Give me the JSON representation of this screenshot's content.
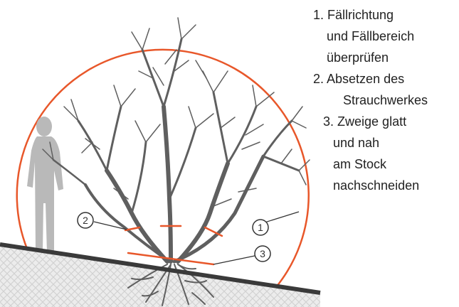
{
  "markers": [
    {
      "number": "1"
    },
    {
      "number": "2"
    },
    {
      "number": "3"
    }
  ],
  "legend": [
    {
      "number": "1.",
      "lines": [
        "Fällrichtung",
        "und Fällbereich",
        "überprüfen"
      ]
    },
    {
      "number": "2.",
      "lines": [
        "Absetzen des",
        "Strauchwerkes"
      ]
    },
    {
      "number": "3.",
      "lines": [
        "Zweige glatt",
        "und nah",
        "am Stock",
        "nachschneiden"
      ]
    }
  ],
  "colors": {
    "arc": "#e8572a",
    "cut": "#e8572a",
    "tree": "#5f5f5f",
    "person": "#b9b9b9",
    "ground_line": "#3a3a3a",
    "soil": "#e4e4e4"
  },
  "icons": {
    "person": "person-silhouette-icon",
    "tree": "shrub-tree-icon"
  }
}
